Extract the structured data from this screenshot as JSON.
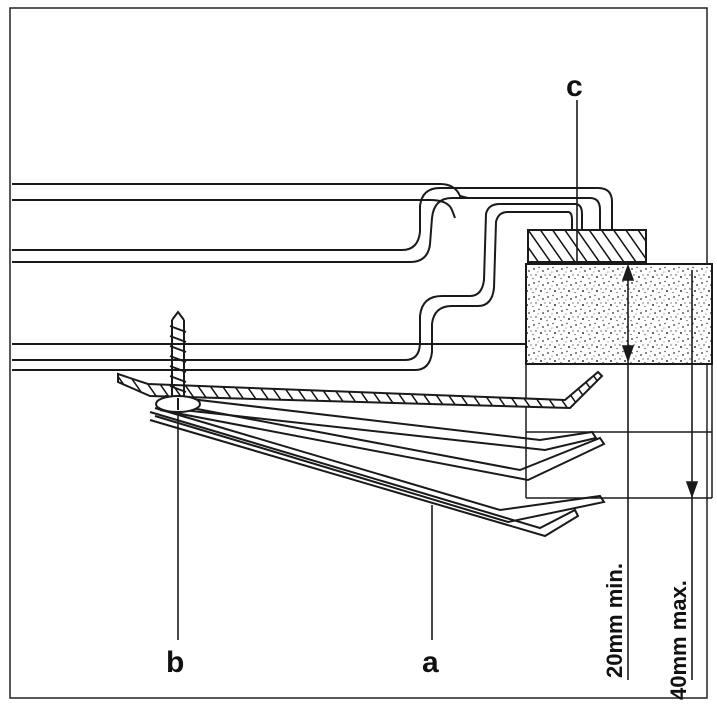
{
  "diagram": {
    "callouts": {
      "a": "a",
      "b": "b",
      "c": "c"
    },
    "dimensions": {
      "min": "20mm min.",
      "max": "40mm max."
    },
    "colors": {
      "line": "#1a1a1a",
      "background": "#ffffff",
      "stipple": "#333333"
    }
  }
}
